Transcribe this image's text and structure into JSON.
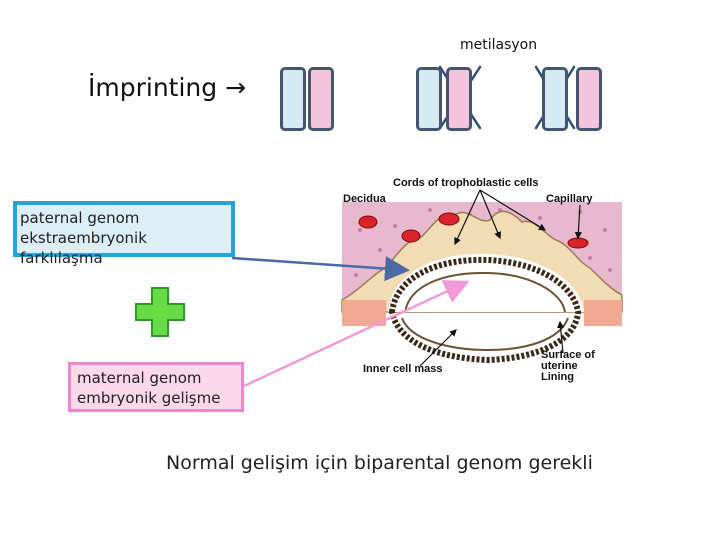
{
  "header": {
    "methylation_label": "metilasyon",
    "imprinting_label": "İmprinting →"
  },
  "boxes": {
    "paternal_line1": "paternal genom",
    "paternal_line2": "ekstraembryonik farklılaşma",
    "maternal_line1": "maternal genom",
    "maternal_line2": "embryonik gelişme"
  },
  "figure": {
    "title": "Cords of trophoblastic cells",
    "decidua": "Decidua",
    "capillary": "Capillary",
    "inner_cell_mass": "Inner cell mass",
    "surface_line1": "Surface of",
    "surface_line2": "uterine",
    "surface_line3": "Lining"
  },
  "footer": {
    "text": "Normal gelişim için biparental genom gerekli"
  },
  "colors": {
    "paternal_chromosome": "#d6eaf3",
    "maternal_chromosome": "#f3c4dc",
    "chromosome_outline": "#46546e",
    "paternal_box_border": "#2aa0dd",
    "maternal_box_border": "#ee86cc",
    "paternal_arrow": "#4a6aa6",
    "maternal_arrow": "#f09ad8",
    "plus": "#66dd44",
    "cross": "#2b4d7d"
  },
  "icons": {
    "plus": "plus-icon",
    "cross": "cross-icon"
  }
}
